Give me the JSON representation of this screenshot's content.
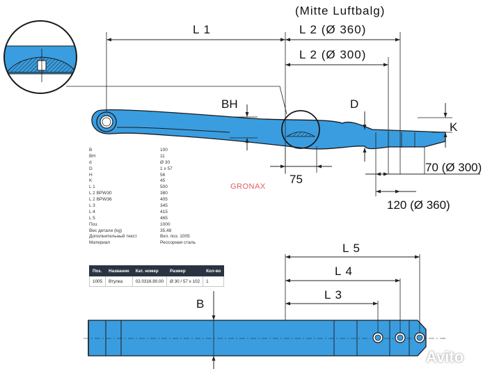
{
  "labels": {
    "mitte": "(Mitte Luftbalg)",
    "l1": "L 1",
    "l2_360": "L 2 (Ø 360)",
    "l2_300": "L 2 (Ø 300)",
    "bh": "BH",
    "d": "D",
    "k": "K",
    "d75": "75",
    "d70": "70 (Ø 300)",
    "d120": "120 (Ø 360)",
    "l5": "L 5",
    "l4": "L 4",
    "l3": "L 3",
    "b": "B"
  },
  "specs": [
    {
      "key": "B",
      "value": "100"
    },
    {
      "key": "BH",
      "value": "11"
    },
    {
      "key": "d",
      "value": "Ø 30"
    },
    {
      "key": "D",
      "value": "1 x 57"
    },
    {
      "key": "H",
      "value": "56"
    },
    {
      "key": "K",
      "value": "45"
    },
    {
      "key": "L 1",
      "value": "500"
    },
    {
      "key": "L 2 BPW30",
      "value": "380"
    },
    {
      "key": "L 2 BPW36",
      "value": "405"
    },
    {
      "key": "L 3",
      "value": "345"
    },
    {
      "key": "L 4",
      "value": "415"
    },
    {
      "key": "L 5",
      "value": "465"
    },
    {
      "key": "Поз.",
      "value": "1000"
    },
    {
      "key": "Вес детали (kg)",
      "value": "35,48"
    },
    {
      "key": "Дополнительный текст",
      "value": "Вкл. поз. 1005"
    },
    {
      "key": "Материал",
      "value": "Рессорная сталь"
    }
  ],
  "parts_table": {
    "headers": [
      "Поз.",
      "Название",
      "Кат. номер",
      "Размер",
      "Кол-во"
    ],
    "rows": [
      [
        "1005",
        "Втулка",
        "02.0316.90.00",
        "Ø 30 / 57 x 102",
        "1"
      ]
    ]
  },
  "brand": "GRONAX",
  "watermark": "Avito",
  "colors": {
    "part": "#3a9de0",
    "outline": "#1a1a1a",
    "brand": "#e06060",
    "table_header": "#2a3342"
  }
}
